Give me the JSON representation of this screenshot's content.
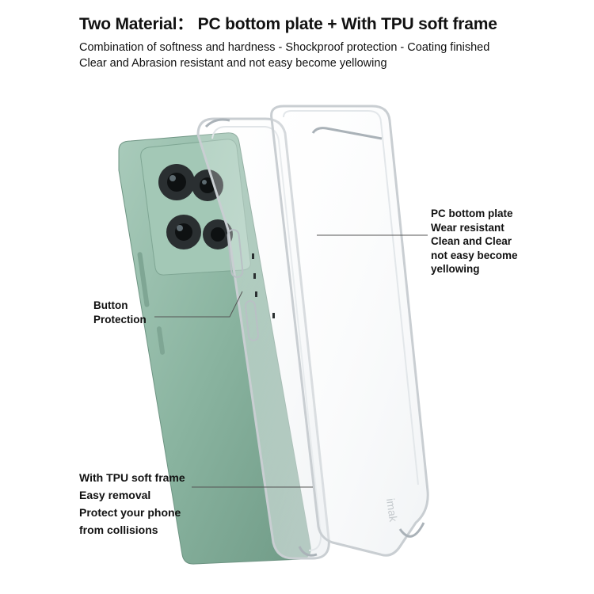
{
  "header": {
    "title": "Two Material： PC bottom plate + With TPU soft frame",
    "line1": "Combination of softness and hardness - Shockproof protection - Coating finished",
    "line2": "Clear and Abrasion resistant and not easy become yellowing"
  },
  "callouts": {
    "pc_plate": [
      "PC bottom plate",
      "Wear resistant",
      "Clean and Clear",
      "not easy become",
      "yellowing"
    ],
    "button": [
      "Button",
      "Protection"
    ],
    "tpu_frame": [
      "With TPU soft frame",
      "Easy removal",
      "Protect your phone",
      "from collisions"
    ]
  },
  "brand_mark": "imak",
  "colors": {
    "phone_body": "#8fb8a4",
    "camera_module": "#9cc3b0",
    "case_edge": "#c9ced2"
  }
}
